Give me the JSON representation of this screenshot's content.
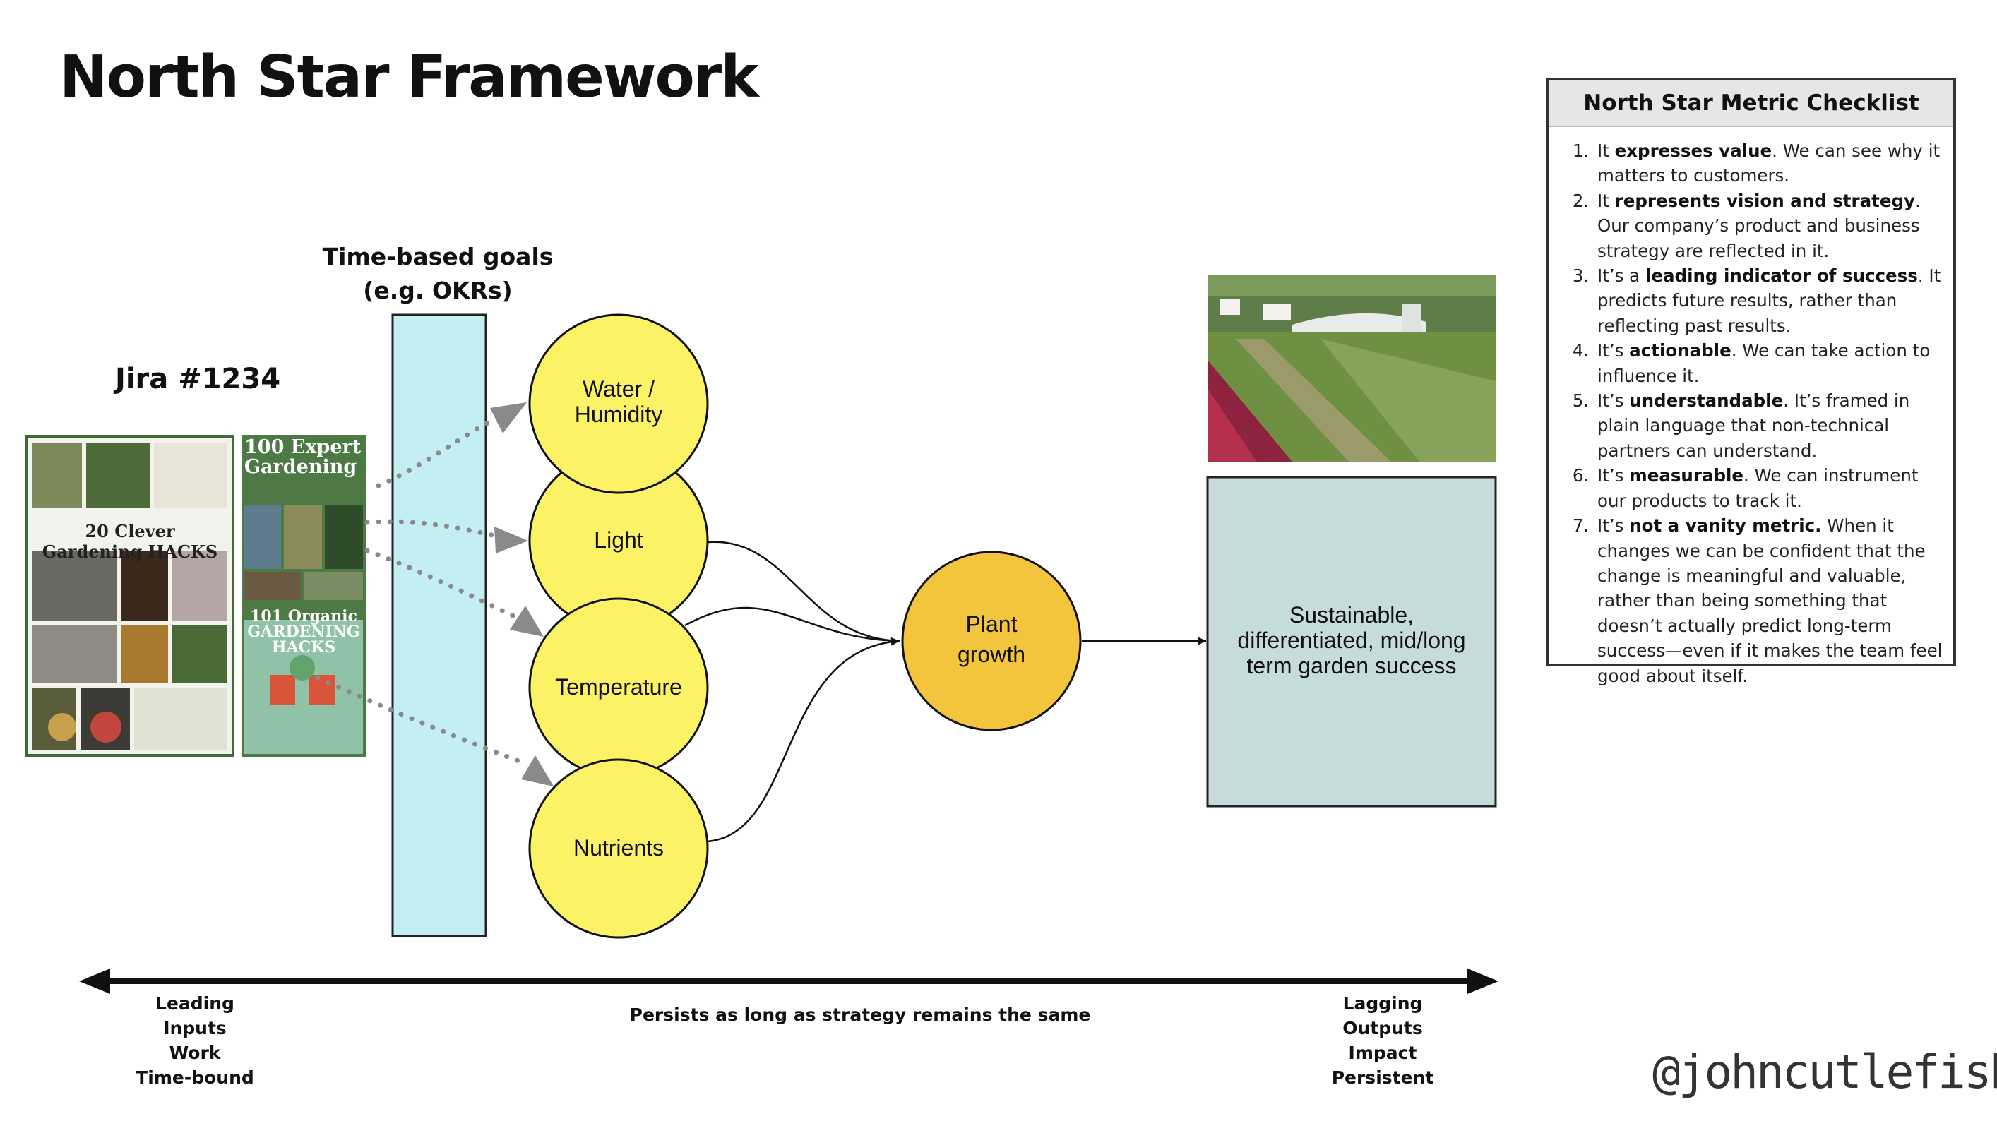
{
  "title": "North Star Framework",
  "goals": {
    "line1": "Time-based goals",
    "line2": "(e.g. OKRs)"
  },
  "jira": {
    "label": "Jira #1234",
    "book1_title": "20 Clever Gardening HACKS",
    "book2_title": "100 Expert Gardening",
    "book2_sub": "101 Organic GARDENING HACKS"
  },
  "inputs": [
    {
      "line1": "Water /",
      "line2": "Humidity"
    },
    {
      "line1": "Light",
      "line2": ""
    },
    {
      "line1": "Temperature",
      "line2": ""
    },
    {
      "line1": "Nutrients",
      "line2": ""
    }
  ],
  "north_star": {
    "line1": "Plant",
    "line2": "growth"
  },
  "outcome": {
    "line1": "Sustainable,",
    "line2": "differentiated, mid/long",
    "line3": "term garden success"
  },
  "axis": {
    "left": [
      "Leading",
      "Inputs",
      "Work",
      "Time-bound"
    ],
    "middle": "Persists as long as strategy remains the same",
    "right": [
      "Lagging",
      "Outputs",
      "Impact",
      "Persistent"
    ]
  },
  "checklist": {
    "title": "North Star Metric Checklist",
    "items": [
      {
        "pre": "It ",
        "bold": "expresses value",
        "post": ". We can see why it matters to customers."
      },
      {
        "pre": "It ",
        "bold": "represents vision and strategy",
        "post": ". Our company’s product and business strategy are reflected in it."
      },
      {
        "pre": "It’s a ",
        "bold": "leading indicator of success",
        "post": ". It predicts future results, rather than reflecting past results."
      },
      {
        "pre": "It’s ",
        "bold": "actionable",
        "post": ". We can take action to influence it."
      },
      {
        "pre": "It’s ",
        "bold": "understandable",
        "post": ". It’s framed in plain language that non-technical partners can understand."
      },
      {
        "pre": "It’s ",
        "bold": "measurable",
        "post": ". We can instrument our products to track it."
      },
      {
        "pre": "It’s ",
        "bold": "not a vanity metric.",
        "post": " When it changes we can be confident that the change is meaningful and valuable, rather than being something that doesn’t actually predict long-term success—even if it makes the team feel good about itself."
      }
    ]
  },
  "handle": "@johncutlefish",
  "colors": {
    "input_circle": "#fbf265",
    "north_star_circle": "#f3c53d",
    "goals_bar": "#c3eff2",
    "outcome_box": "#c5dbde",
    "dotted_arrow": "#8a8a8a"
  }
}
